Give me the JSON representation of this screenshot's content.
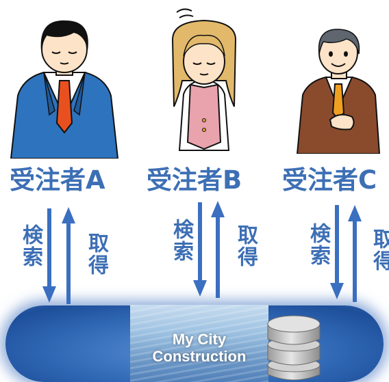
{
  "vendors": [
    {
      "label": "受注者A",
      "search_label": "検索",
      "get_label": "取得",
      "character": "man-in-blue-suit-bowing"
    },
    {
      "label": "受注者B",
      "search_label": "検索",
      "get_label": "取得",
      "character": "woman-in-pink-vest-bowing"
    },
    {
      "label": "受注者C",
      "search_label": "検索",
      "get_label": "取得",
      "character": "man-in-brown-suit-smiling"
    }
  ],
  "system": {
    "line1": "My City",
    "line2": "Construction",
    "icon": "database-icon"
  },
  "colors": {
    "accent": "#3d6fb5",
    "arrow": "#3b6fc0",
    "bar": "#2f67b4"
  }
}
